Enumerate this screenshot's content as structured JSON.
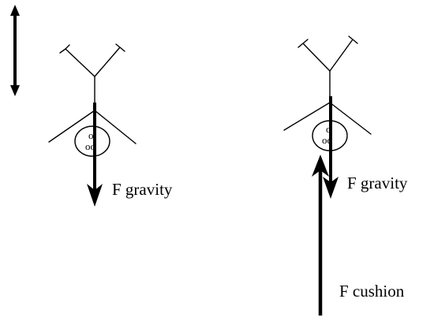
{
  "labels": {
    "left_gravity": "F gravity",
    "right_gravity": "F gravity",
    "right_cushion": "F cushion"
  },
  "colors": {
    "ink": "#000000",
    "background": "#ffffff"
  },
  "icons": {
    "direction": "double-headed-arrow-icon"
  }
}
